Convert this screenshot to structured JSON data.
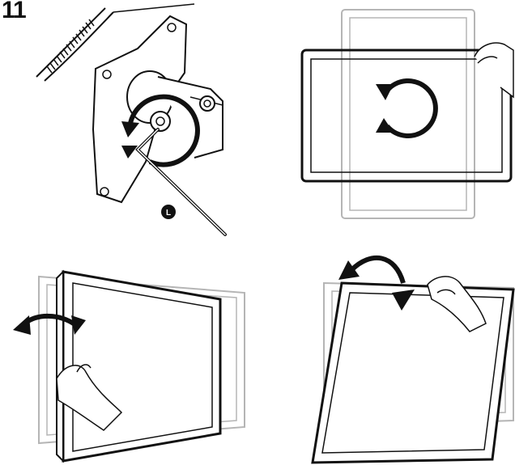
{
  "step": {
    "number": "11"
  },
  "panels": [
    {
      "id": "bracket-adjust",
      "callout": "L",
      "tool": "hex-key-icon",
      "motion": "rotate-clockwise-icon"
    },
    {
      "id": "rotate-display",
      "motion": "rotate-arrows-icon"
    },
    {
      "id": "swivel-display",
      "motion": "swivel-double-arrow-icon"
    },
    {
      "id": "tilt-display",
      "motion": "tilt-double-arrow-icon"
    }
  ],
  "colors": {
    "line": "#111111",
    "ghost": "#b5b5b5",
    "background": "#ffffff"
  }
}
